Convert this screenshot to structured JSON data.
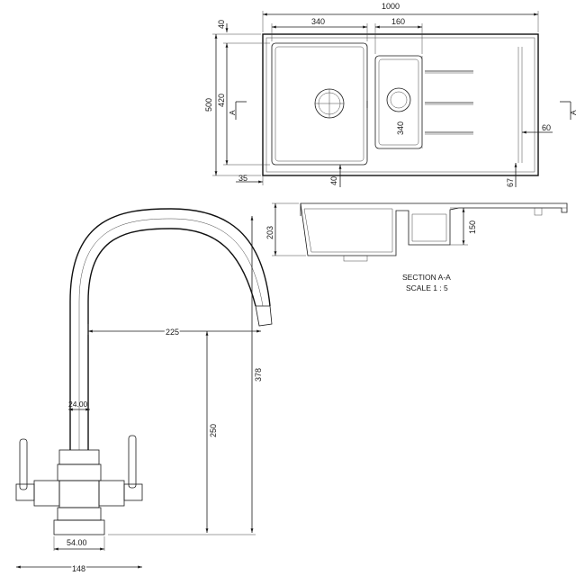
{
  "sink_top_view": {
    "dims": {
      "overall_width": "1000",
      "main_bowl_width": "340",
      "prep_bowl_width": "160",
      "top_margin": "40",
      "overall_depth": "500",
      "bowl_depth": "420",
      "left_margin": "35",
      "bottom_margin": "40",
      "prep_bowl_depth": "340",
      "drainer_offset": "60",
      "drainer_bottom": "67"
    },
    "section_marker": "A"
  },
  "sink_section": {
    "dims": {
      "depth_main": "203",
      "depth_prep": "150"
    },
    "title": "SECTION A-A",
    "scale": "SCALE 1 : 5"
  },
  "tap": {
    "dims": {
      "reach": "225",
      "height": "378",
      "spout_height": "250",
      "column_width": "24.00",
      "base_width": "54.00",
      "handle_span": "148"
    }
  }
}
